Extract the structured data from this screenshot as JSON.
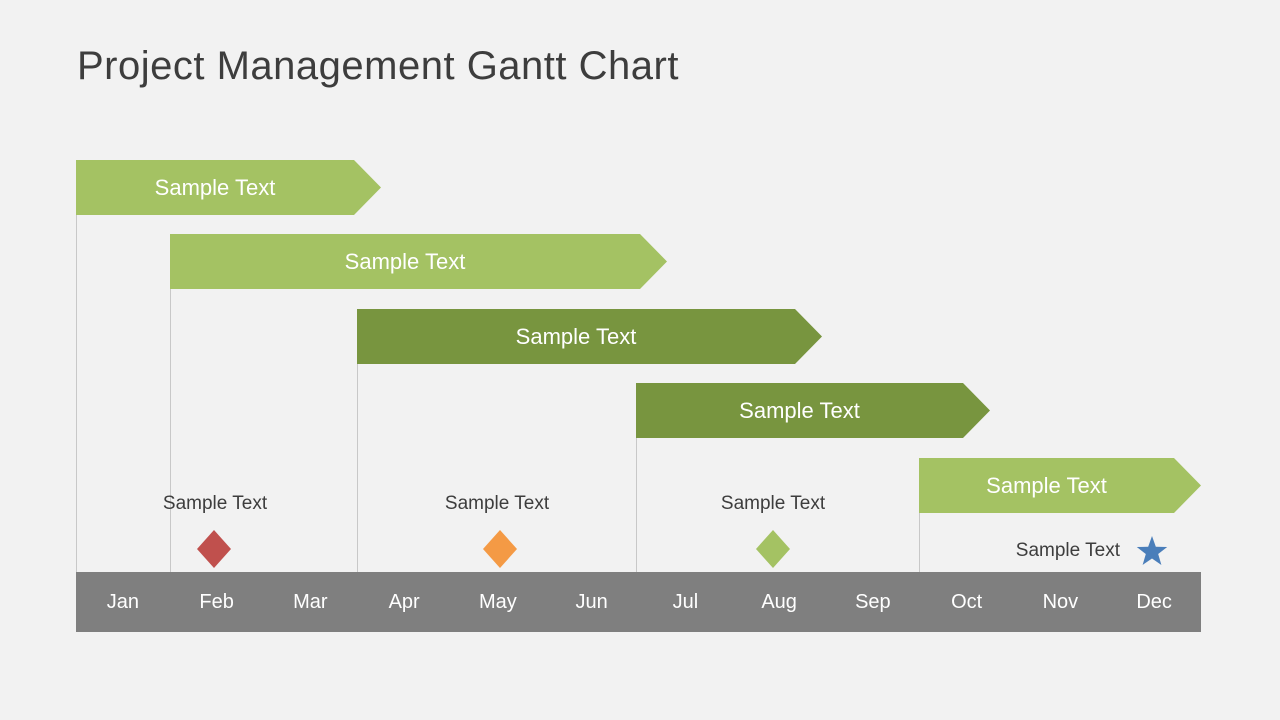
{
  "title": "Project Management Gantt Chart",
  "colors": {
    "background": "#f2f2f2",
    "bar_light_green": "#a4c263",
    "bar_dark_green": "#78953f",
    "milestone_red": "#c0504d",
    "milestone_orange": "#f49a45",
    "milestone_green": "#a4c263",
    "milestone_blue": "#4a7eba",
    "timeline_gray": "#7f7f7f",
    "connector_gray": "#c8c8c8",
    "title_text": "#3d3d3d",
    "bar_text": "#ffffff"
  },
  "bars": [
    {
      "label": "Sample Text",
      "shade": "light",
      "start": "Jan",
      "end": "Mar"
    },
    {
      "label": "Sample Text",
      "shade": "light",
      "start": "Feb",
      "end": "Jun"
    },
    {
      "label": "Sample Text",
      "shade": "dark",
      "start": "Apr",
      "end": "Aug"
    },
    {
      "label": "Sample Text",
      "shade": "dark",
      "start": "Jul",
      "end": "Oct"
    },
    {
      "label": "Sample Text",
      "shade": "light",
      "start": "Oct",
      "end": "Dec"
    }
  ],
  "milestones": [
    {
      "label": "Sample Text",
      "month": "Feb",
      "marker": "diamond",
      "color": "#c0504d"
    },
    {
      "label": "Sample Text",
      "month": "May",
      "marker": "diamond",
      "color": "#f49a45"
    },
    {
      "label": "Sample Text",
      "month": "Aug",
      "marker": "diamond",
      "color": "#a4c263"
    },
    {
      "label": "Sample Text",
      "month": "Dec",
      "marker": "star",
      "color": "#4a7eba"
    }
  ],
  "timeline": {
    "months": [
      "Jan",
      "Feb",
      "Mar",
      "Apr",
      "May",
      "Jun",
      "Jul",
      "Aug",
      "Sep",
      "Oct",
      "Nov",
      "Dec"
    ]
  },
  "chart_data": {
    "type": "bar",
    "subtype": "gantt",
    "title": "Project Management Gantt Chart",
    "categories": [
      "Jan",
      "Feb",
      "Mar",
      "Apr",
      "May",
      "Jun",
      "Jul",
      "Aug",
      "Sep",
      "Oct",
      "Nov",
      "Dec"
    ],
    "series": [
      {
        "name": "Sample Text",
        "start_month_index": 1,
        "end_month_index": 3,
        "color": "#a4c263"
      },
      {
        "name": "Sample Text",
        "start_month_index": 2,
        "end_month_index": 6,
        "color": "#a4c263"
      },
      {
        "name": "Sample Text",
        "start_month_index": 4,
        "end_month_index": 8,
        "color": "#78953f"
      },
      {
        "name": "Sample Text",
        "start_month_index": 7,
        "end_month_index": 10,
        "color": "#78953f"
      },
      {
        "name": "Sample Text",
        "start_month_index": 10,
        "end_month_index": 12,
        "color": "#a4c263"
      }
    ],
    "milestones": [
      {
        "name": "Sample Text",
        "month_index": 2,
        "marker": "diamond",
        "color": "#c0504d"
      },
      {
        "name": "Sample Text",
        "month_index": 5,
        "marker": "diamond",
        "color": "#f49a45"
      },
      {
        "name": "Sample Text",
        "month_index": 8,
        "marker": "diamond",
        "color": "#a4c263"
      },
      {
        "name": "Sample Text",
        "month_index": 12,
        "marker": "star",
        "color": "#4a7eba"
      }
    ],
    "legend": "none",
    "grid": "off",
    "x_axis_position": "bottom"
  }
}
